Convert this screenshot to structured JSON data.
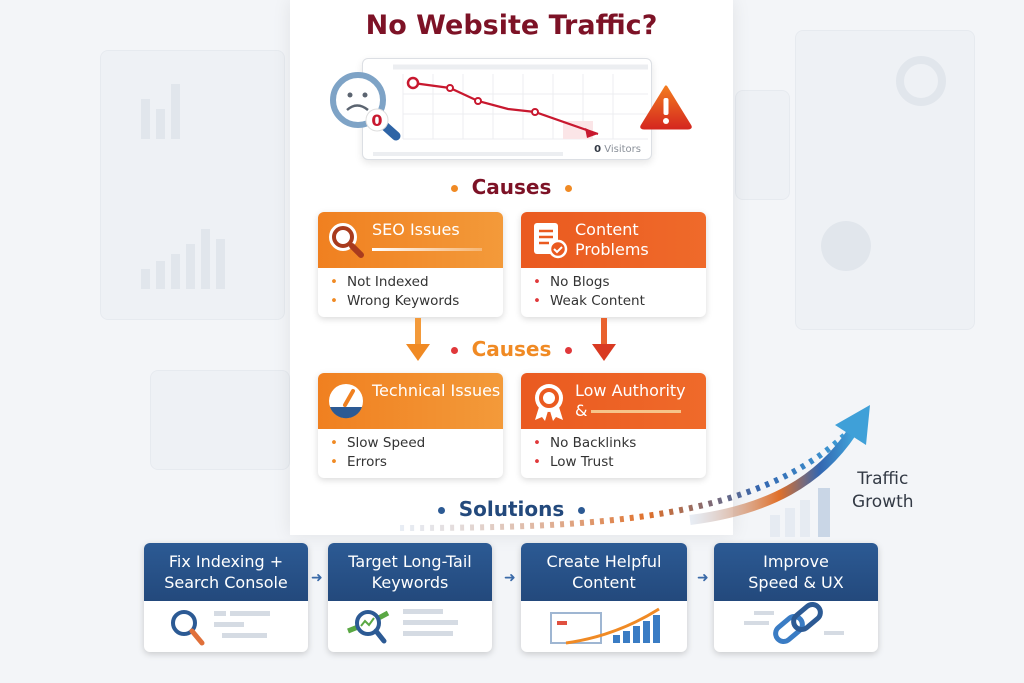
{
  "title": "No Website Traffic?",
  "chart": {
    "visitors_value": "0",
    "visitors_label": "Visitors",
    "badge": "0"
  },
  "causes_heading_1": "Causes",
  "causes_heading_2": "Causes",
  "solutions_heading": "Solutions",
  "causes": [
    {
      "title": "SEO Issues",
      "items": [
        "Not Indexed",
        "Wrong Keywords"
      ],
      "icon": "magnifier-icon"
    },
    {
      "title": "Content Problems",
      "items": [
        "No Blogs",
        "Weak Content"
      ],
      "icon": "document-check-icon"
    },
    {
      "title": "Technical Issues",
      "items": [
        "Slow Speed",
        "Errors"
      ],
      "icon": "speedometer-icon"
    },
    {
      "title": "Low Authority",
      "title_suffix": "&",
      "items": [
        "No Backlinks",
        "Low Trust"
      ],
      "icon": "award-badge-icon"
    }
  ],
  "solutions": [
    {
      "line1": "Fix Indexing +",
      "line2": "Search Console",
      "icon": "magnifier-icon"
    },
    {
      "line1": "Target Long-Tail",
      "line2": "Keywords",
      "icon": "magnifier-chart-icon"
    },
    {
      "line1": "Create Helpful",
      "line2": "Content",
      "icon": "growth-chart-icon"
    },
    {
      "line1": "Improve",
      "line2": "Speed & UX",
      "icon": "chain-link-icon"
    }
  ],
  "growth": {
    "line1": "Traffic",
    "line2": "Growth"
  },
  "colors": {
    "title": "#7d1226",
    "orange": "#f08020",
    "red_orange": "#ea5a20",
    "navy": "#23497c"
  }
}
